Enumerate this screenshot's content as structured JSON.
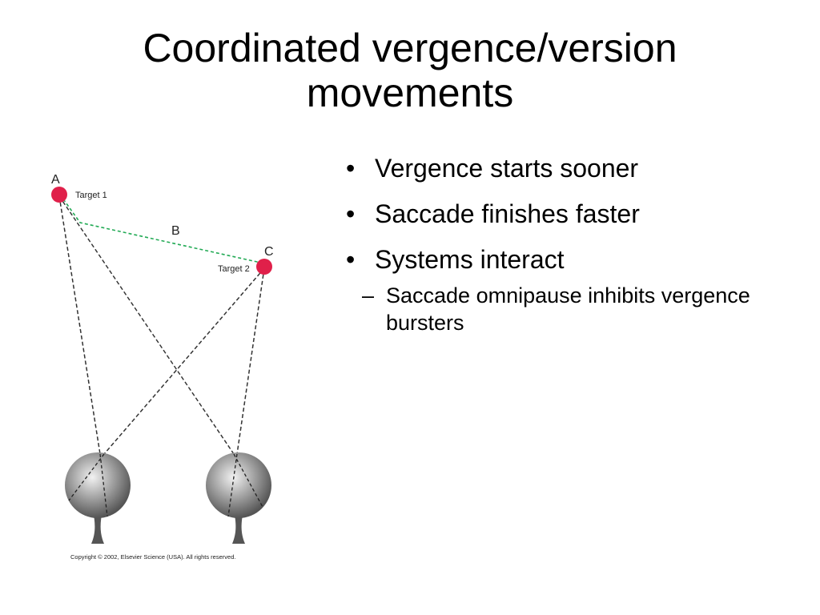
{
  "slide": {
    "title": "Coordinated vergence/version movements"
  },
  "bullets": {
    "marker": "•",
    "items": [
      {
        "text": "Vergence starts sooner"
      },
      {
        "text": "Saccade finishes faster"
      },
      {
        "text": "Systems interact"
      }
    ],
    "sub_marker": "–",
    "sub_items": [
      {
        "text": "Saccade omnipause inhibits vergence bursters"
      }
    ]
  },
  "figure": {
    "label_a": "A",
    "label_b": "B",
    "label_c": "C",
    "target_1": "Target 1",
    "target_2": "Target 2",
    "copyright": "Copyright © 2002, Elsevier Science (USA). All rights reserved.",
    "colors": {
      "target": "#e0204a",
      "vergence_path": "#22aa55",
      "gaze_lines": "#333333",
      "eyeball_light": "#f2f2f2",
      "eyeball_dark": "#555555"
    }
  }
}
